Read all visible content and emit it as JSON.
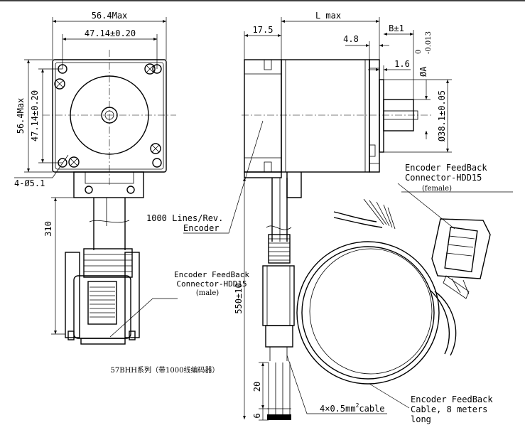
{
  "front_view": {
    "width_max": "56.4Max",
    "hole_spacing_h": "47.14±0.20",
    "height_max": "56.4Max",
    "hole_spacing_v": "47.14±0.20",
    "hole_dia": "4-Ø5.1",
    "cable_length": "310"
  },
  "side_view": {
    "length": "L max",
    "dim_17_5": "17.5",
    "dim_4_8": "4.8",
    "dim_b": "B±1",
    "dim_1_6": "1.6",
    "shaft_dia": "ØA",
    "shaft_tol_top": "0",
    "shaft_tol_bottom": "-0.013",
    "pilot_dia": "Ø38.1±0.05",
    "cable_length": "550±10",
    "dim_20": "20",
    "dim_6": "6"
  },
  "labels": {
    "encoder": [
      "1000 Lines/Rev.",
      "Encoder"
    ],
    "connector_male": [
      "Encoder FeedBack",
      "Connector-HDD15",
      "(male)"
    ],
    "connector_female": [
      "Encoder FeedBack",
      "Connector-HDD15",
      "(female)"
    ],
    "cable": [
      "Encoder FeedBack",
      "Cable, 8 meters",
      "long"
    ],
    "wire_prefix": "4×0.5mm",
    "wire_sup": "2",
    "wire_suffix": "cable",
    "series": "57BHH系列（带1000线编码器）"
  }
}
